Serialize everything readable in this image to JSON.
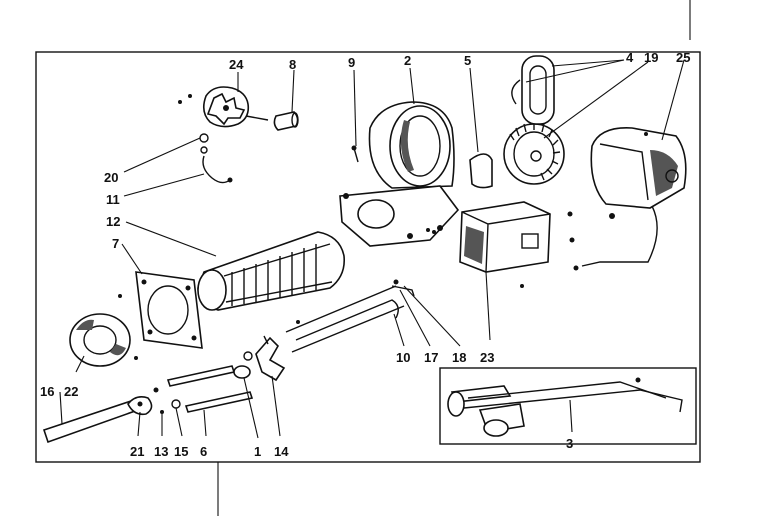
{
  "diagram": {
    "ink_color": "#111111",
    "paper_color": "#ffffff",
    "callouts": {
      "c24": "24",
      "c8": "8",
      "c9": "9",
      "c2": "2",
      "c5": "5",
      "c4": "4",
      "c19": "19",
      "c25": "25",
      "c20": "20",
      "c11": "11",
      "c12": "12",
      "c7": "7",
      "c22": "22",
      "c16": "16",
      "c21": "21",
      "c13": "13",
      "c15": "15",
      "c6": "6",
      "c1": "1",
      "c14": "14",
      "c10": "10",
      "c17": "17",
      "c18": "18",
      "c23": "23",
      "c3": "3"
    }
  }
}
